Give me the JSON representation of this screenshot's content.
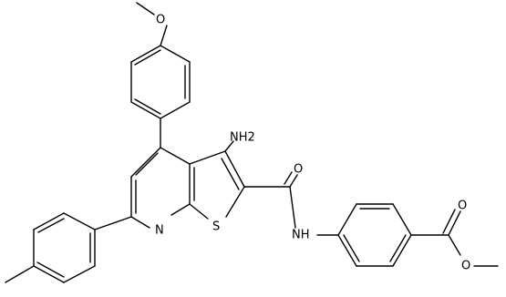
{
  "labels": {
    "methoxy_o": "O",
    "amino": "NH2",
    "pyridine_n": "N",
    "thiophene_s": "S",
    "amide_o": "O",
    "amide_nh": "NH",
    "ester_carbonyl_o": "O",
    "ester_o": "O"
  },
  "colors": {
    "bond": "#000000",
    "label": "#000000",
    "background": "#ffffff"
  }
}
